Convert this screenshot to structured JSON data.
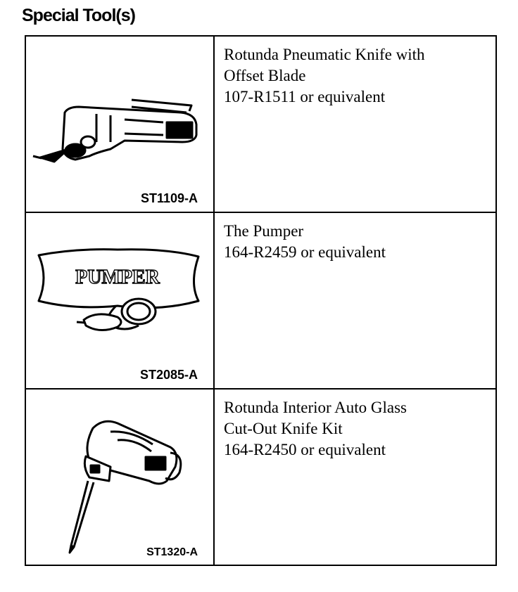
{
  "header": {
    "title": "Special Tool(s)"
  },
  "tools": [
    {
      "code": "ST1109-A",
      "lines": [
        "Rotunda Pneumatic Knife with",
        "Offset Blade",
        "107-R1511 or equivalent"
      ],
      "icon": "pneumatic-knife-icon"
    },
    {
      "code": "ST2085-A",
      "lines": [
        "The Pumper",
        "164-R2459 or equivalent"
      ],
      "icon": "pumper-icon",
      "bag_label": "PUMPER"
    },
    {
      "code": "ST1320-A",
      "lines": [
        "Rotunda Interior Auto Glass",
        "Cut-Out Knife Kit",
        "164-R2450 or equivalent"
      ],
      "icon": "glass-cutout-knife-icon"
    }
  ]
}
